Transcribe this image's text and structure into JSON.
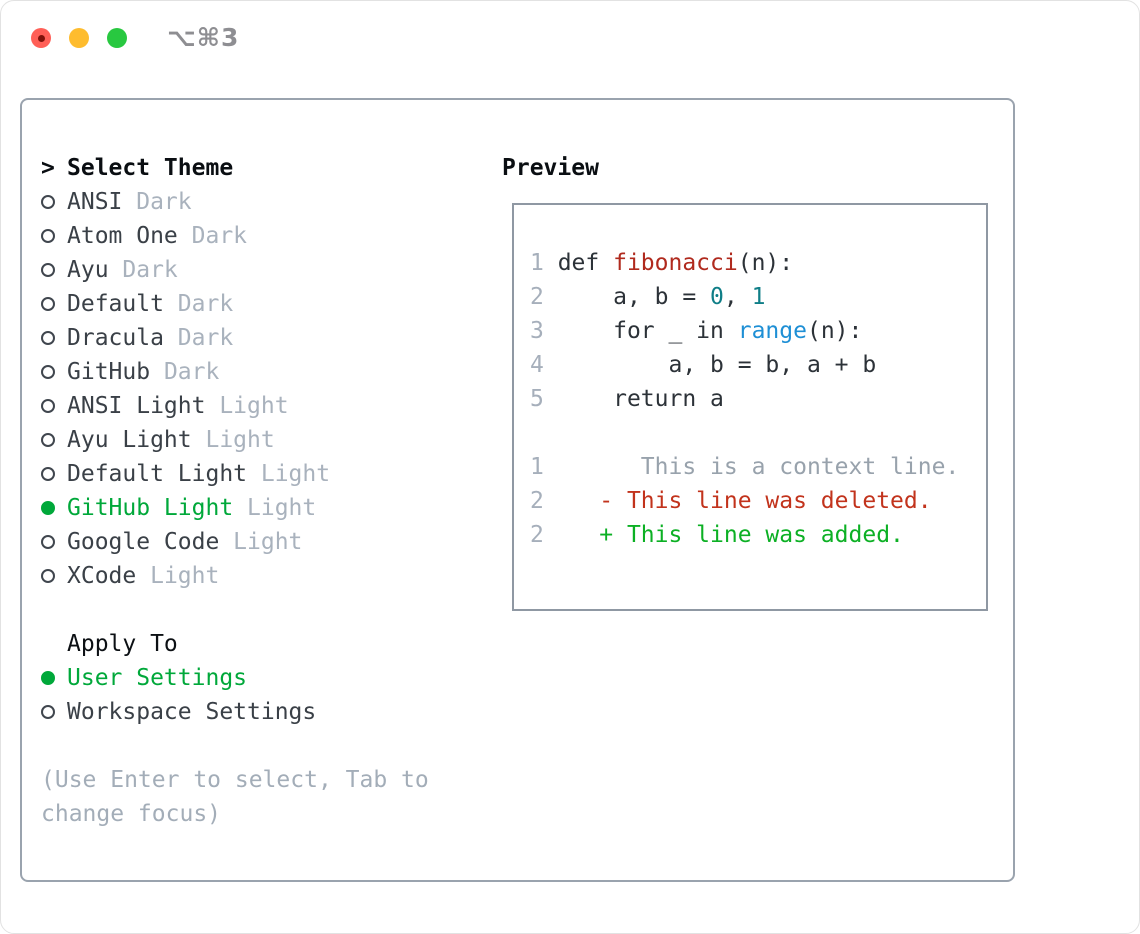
{
  "titlebar": {
    "title": "⌥⌘3",
    "buttons": [
      "close",
      "minimize",
      "zoom"
    ]
  },
  "colors": {
    "selection_green": "#00a83a",
    "added_green": "#0cb024",
    "deleted_red": "#c2331c",
    "function_red": "#b02a1e",
    "number_teal": "#0f7e87",
    "builtin_blue": "#1e8fd5",
    "muted_gray": "#a9b2bd",
    "text_dark": "#3a4047",
    "panel_border": "#9aa3ae",
    "traffic_red": "#ff5f57",
    "traffic_yellow": "#febc2e",
    "traffic_green": "#28c840"
  },
  "theme_panel": {
    "header": {
      "prefix": ">",
      "label": "Select Theme"
    },
    "themes": [
      {
        "name": "ANSI",
        "variant": "Dark",
        "selected": false
      },
      {
        "name": "Atom One",
        "variant": "Dark",
        "selected": false
      },
      {
        "name": "Ayu",
        "variant": "Dark",
        "selected": false
      },
      {
        "name": "Default",
        "variant": "Dark",
        "selected": false
      },
      {
        "name": "Dracula",
        "variant": "Dark",
        "selected": false
      },
      {
        "name": "GitHub",
        "variant": "Dark",
        "selected": false
      },
      {
        "name": "ANSI Light",
        "variant": "Light",
        "selected": false
      },
      {
        "name": "Ayu Light",
        "variant": "Light",
        "selected": false
      },
      {
        "name": "Default Light",
        "variant": "Light",
        "selected": false
      },
      {
        "name": "GitHub Light",
        "variant": "Light",
        "selected": true
      },
      {
        "name": "Google Code",
        "variant": "Light",
        "selected": false
      },
      {
        "name": "XCode",
        "variant": "Light",
        "selected": false
      }
    ],
    "apply_to": {
      "label": "Apply To",
      "options": [
        {
          "label": "User Settings",
          "selected": true
        },
        {
          "label": "Workspace Settings",
          "selected": false
        }
      ]
    },
    "hint": "(Use Enter to select, Tab to change focus)"
  },
  "preview": {
    "title": "Preview",
    "lines": [
      {
        "segments": [
          {
            "text": "1 ",
            "token": "ln"
          },
          {
            "text": "def ",
            "token": "fg"
          },
          {
            "text": "fibonacci",
            "token": "red"
          },
          {
            "text": "(n):",
            "token": "fg"
          }
        ]
      },
      {
        "segments": [
          {
            "text": "2 ",
            "token": "ln"
          },
          {
            "text": "    a, b = ",
            "token": "fg"
          },
          {
            "text": "0",
            "token": "num"
          },
          {
            "text": ", ",
            "token": "fg"
          },
          {
            "text": "1",
            "token": "num"
          }
        ]
      },
      {
        "segments": [
          {
            "text": "3 ",
            "token": "ln"
          },
          {
            "text": "    for _ in ",
            "token": "fg"
          },
          {
            "text": "range",
            "token": "blue"
          },
          {
            "text": "(n):",
            "token": "fg"
          }
        ]
      },
      {
        "segments": [
          {
            "text": "4 ",
            "token": "ln"
          },
          {
            "text": "        a, b = b, a + b",
            "token": "fg"
          }
        ]
      },
      {
        "segments": [
          {
            "text": "5 ",
            "token": "ln"
          },
          {
            "text": "    return a",
            "token": "fg"
          }
        ]
      },
      {
        "segments": [
          {
            "text": "",
            "token": "fg"
          }
        ]
      },
      {
        "segments": [
          {
            "text": "1 ",
            "token": "ln"
          },
          {
            "text": "      This is a context line.",
            "token": "ctx"
          }
        ]
      },
      {
        "segments": [
          {
            "text": "2 ",
            "token": "ln"
          },
          {
            "text": "   - This line was deleted.",
            "token": "del"
          }
        ]
      },
      {
        "segments": [
          {
            "text": "2 ",
            "token": "ln"
          },
          {
            "text": "   + This line was added.",
            "token": "add"
          }
        ]
      }
    ]
  }
}
